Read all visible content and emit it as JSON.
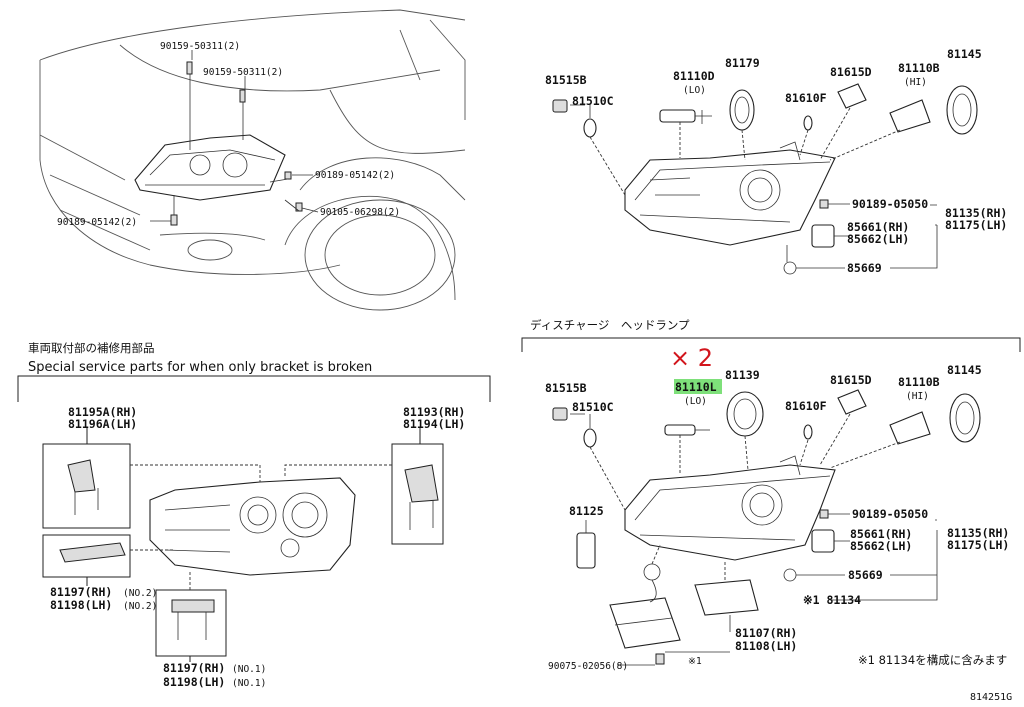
{
  "top_left": {
    "labels": {
      "a": "90159-50311(2)",
      "b": "90159-50311(2)",
      "c": "90189-05142(2)",
      "d": "90105-06298(2)",
      "e": "90189-05142(2)"
    }
  },
  "top_right": {
    "labels": {
      "p81515B": "81515B",
      "p81510C": "81510C",
      "p81110D": "81110D",
      "lo": "(LO)",
      "p81179": "81179",
      "p81615D": "81615D",
      "p81110B": "81110B",
      "hi": "(HI)",
      "p81145": "81145",
      "p81610F": "81610F",
      "p9018905050": "90189-05050",
      "p85661": "85661(RH)",
      "p85662": "85662(LH)",
      "p81135": "81135(RH)",
      "p81175": "81175(LH)",
      "p85669": "85669"
    }
  },
  "bottom_left": {
    "title_jp": "車両取付部の補修用部品",
    "title_en": "Special service parts for when only bracket is broken",
    "labels": {
      "p81195A": "81195A(RH)",
      "p81196A": "81196A(LH)",
      "p81193": "81193(RH)",
      "p81194": "81194(LH)",
      "p81197a": "81197(RH)",
      "no2a": "(NO.2)",
      "p81198a": "81198(LH)",
      "no2b": "(NO.2)",
      "p81197b": "81197(RH)",
      "no1a": "(NO.1)",
      "p81198b": "81198(LH)",
      "no1b": "(NO.1)"
    }
  },
  "bottom_right": {
    "title_jp": "ディスチャージ　ヘッドランプ",
    "annotation": "× 2",
    "highlighted_part": "81110L",
    "labels": {
      "p81515B": "81515B",
      "p81510C": "81510C",
      "lo": "(LO)",
      "p81139": "81139",
      "p81615D": "81615D",
      "p81110B": "81110B",
      "hi": "(HI)",
      "p81145": "81145",
      "p81610F": "81610F",
      "p81125": "81125",
      "p9018905050": "90189-05050",
      "p85661": "85661(RH)",
      "p85662": "85662(LH)",
      "p81135": "81135(RH)",
      "p81175": "81175(LH)",
      "p85669": "85669",
      "p81134": "※1 81134",
      "p81107": "81107(RH)",
      "p81108": "81108(LH)",
      "mark1": "※1",
      "p9007502056": "90075-02056(8)",
      "note": "※1 81134を構成に含みます"
    }
  },
  "diagram_code": "814251G"
}
